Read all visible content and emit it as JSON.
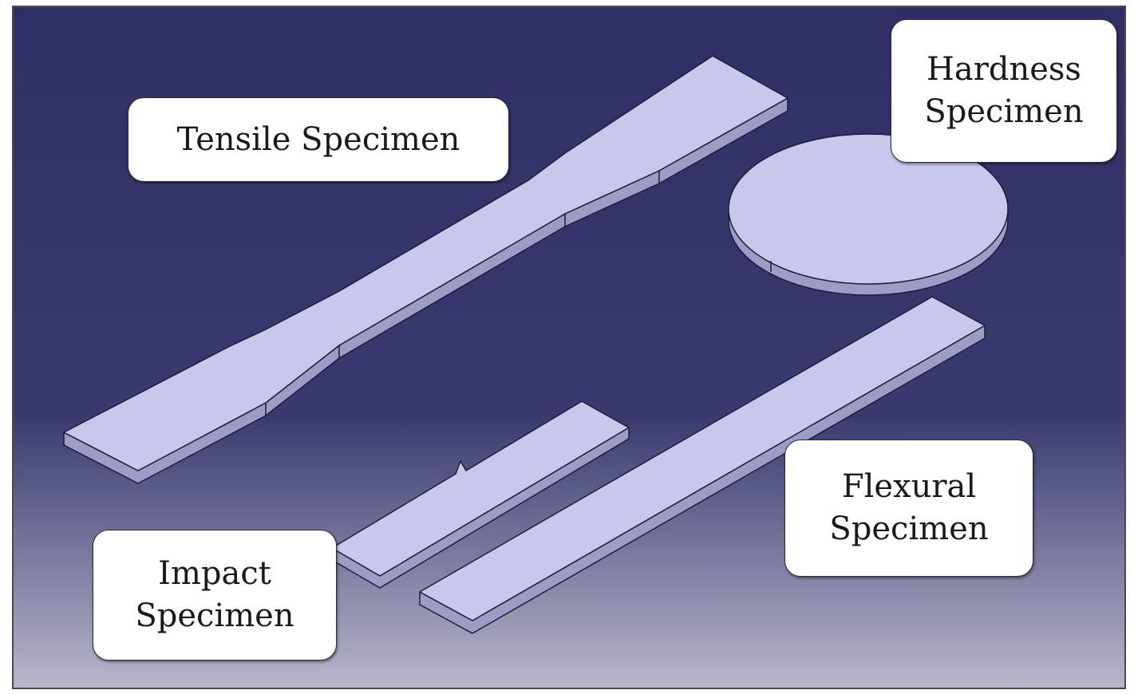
{
  "colors": {
    "background_top": "#2f2f66",
    "background_bottom": "#b7b7cb",
    "specimen_face": "#c8c8ec",
    "specimen_edge": "#9c9cc6",
    "specimen_outline": "#1d1d36",
    "label_background": "#ffffff"
  },
  "labels": {
    "tensile": {
      "line1": "Tensile Specimen"
    },
    "hardness": {
      "line1": "Hardness",
      "line2": "Specimen"
    },
    "impact": {
      "line1": "Impact",
      "line2": "Specimen"
    },
    "flexural": {
      "line1": "Flexural",
      "line2": "Specimen"
    }
  }
}
